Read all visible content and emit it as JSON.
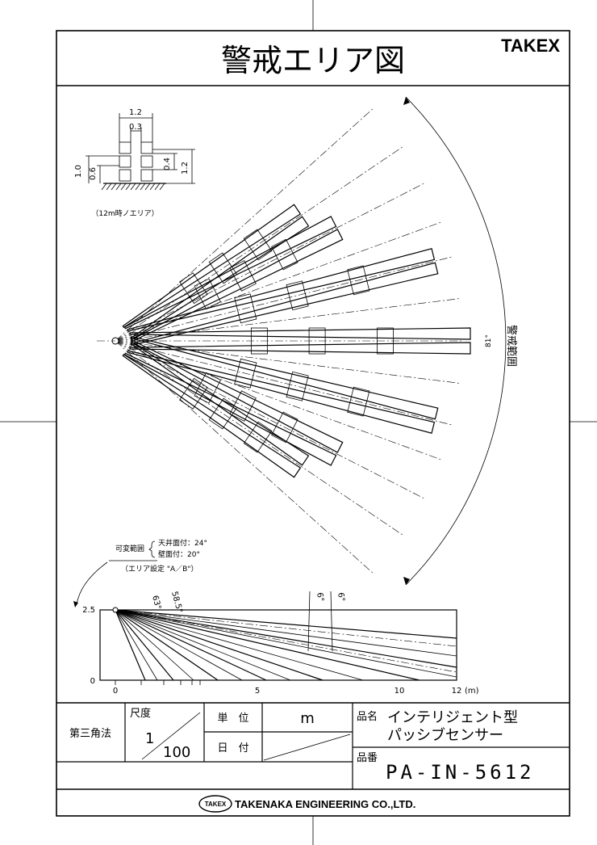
{
  "title": "警戒エリア図",
  "brand": "TAKEX",
  "top_view": {
    "range_label": "警戒範囲",
    "angle_label": "81°"
  },
  "inset": {
    "width": "1.2",
    "gap": "0.3",
    "height_left": "1.0",
    "h_left_inner": "0.6",
    "h_right_inner": "0.4",
    "h_right": "1.2",
    "caption": "（12m時ノエリア）"
  },
  "side_view": {
    "adjust_label": "可変範囲",
    "ceiling": "天井面付：24°",
    "wall": "壁面付：20°",
    "area_setting": "（エリア設定 \"A／B\"）",
    "angle_a": "58.5°",
    "angle_b": "63°",
    "angle_c": "6°",
    "angle_d": "6°",
    "y_top": "2.5",
    "y_zero": "0",
    "x_ticks": [
      "0",
      "5",
      "10",
      "12"
    ],
    "x_unit": "(m)"
  },
  "title_block": {
    "projection": "第三角法",
    "scale_label": "尺度",
    "scale_num": "1",
    "scale_den": "100",
    "unit_label": "単　位",
    "unit_value": "m",
    "date_label": "日　付",
    "name_label": "品名",
    "product_line1": "インテリジェント型",
    "product_line2": "パッシブセンサー",
    "number_label": "品番",
    "product_code": "PA-IN-5612",
    "company_logo": "TAKEX",
    "company": "TAKENAKA ENGINEERING CO.,LTD."
  }
}
